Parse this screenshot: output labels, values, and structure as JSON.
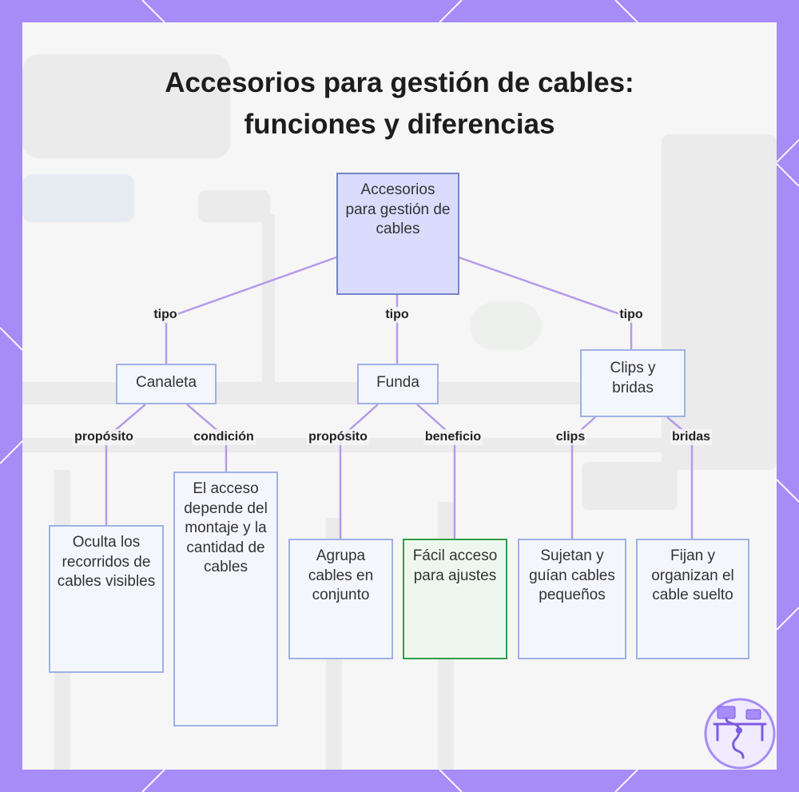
{
  "title": {
    "line1": "Accesorios para gestión de cables:",
    "line2": "funciones y diferencias"
  },
  "nodes": {
    "root": "Accesorios para gestión de cables",
    "canaleta": "Canaleta",
    "funda": "Funda",
    "clips": "Clips y bridas",
    "oculta": "Oculta los recorridos de cables visibles",
    "acceso_depende": "El acceso depende del montaje y la cantidad de cables",
    "agrupa": "Agrupa cables en conjunto",
    "facil": "Fácil acceso para ajustes",
    "sujetan": "Sujetan y guían cables pequeños",
    "fijan": "Fijan y organizan el cable suelto"
  },
  "edges": {
    "tipo_1": "tipo",
    "tipo_2": "tipo",
    "tipo_3": "tipo",
    "proposito_1": "propósito",
    "condicion": "condición",
    "proposito_2": "propósito",
    "beneficio": "beneficio",
    "clips": "clips",
    "bridas": "bridas"
  },
  "colors": {
    "frame": "#a78bf7",
    "panel": "#f6f6f7",
    "edge": "#b59be8",
    "node_border": "#9fb2e3",
    "root_fill": "#d9dcfd",
    "highlight_border": "#2e9e4a"
  },
  "icons": {
    "logo": "desk-cable-logo-icon"
  }
}
